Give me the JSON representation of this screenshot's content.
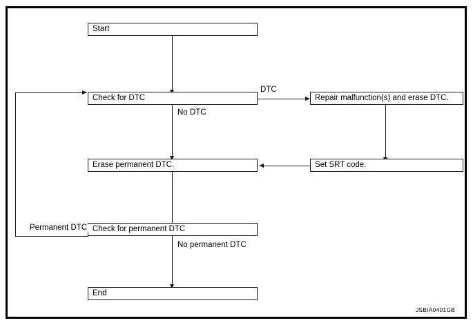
{
  "figure": {
    "id_label": "JSBIA0401GB",
    "frame_color": "#000000",
    "line_color": "#1a1a1a",
    "background": "#ffffff"
  },
  "nodes": [
    {
      "key": "start",
      "label": "Start"
    },
    {
      "key": "check_dtc",
      "label": "Check for DTC"
    },
    {
      "key": "repair_malfunction",
      "label": "Repair malfunction(s) and erase DTC."
    },
    {
      "key": "erase_permanent_dtc",
      "label": "Erase permanent DTC."
    },
    {
      "key": "set_srt_code",
      "label": "Set SRT code."
    },
    {
      "key": "check_permanent_dtc",
      "label": "Check for permanent DTC"
    },
    {
      "key": "end",
      "label": "End"
    }
  ],
  "edge_labels": [
    {
      "key": "dtc",
      "label": "DTC"
    },
    {
      "key": "no_dtc",
      "label": "No DTC"
    },
    {
      "key": "permanent_dtc",
      "label": "Permanent DTC"
    },
    {
      "key": "no_permanent_dtc",
      "label": "No permanent DTC"
    }
  ]
}
